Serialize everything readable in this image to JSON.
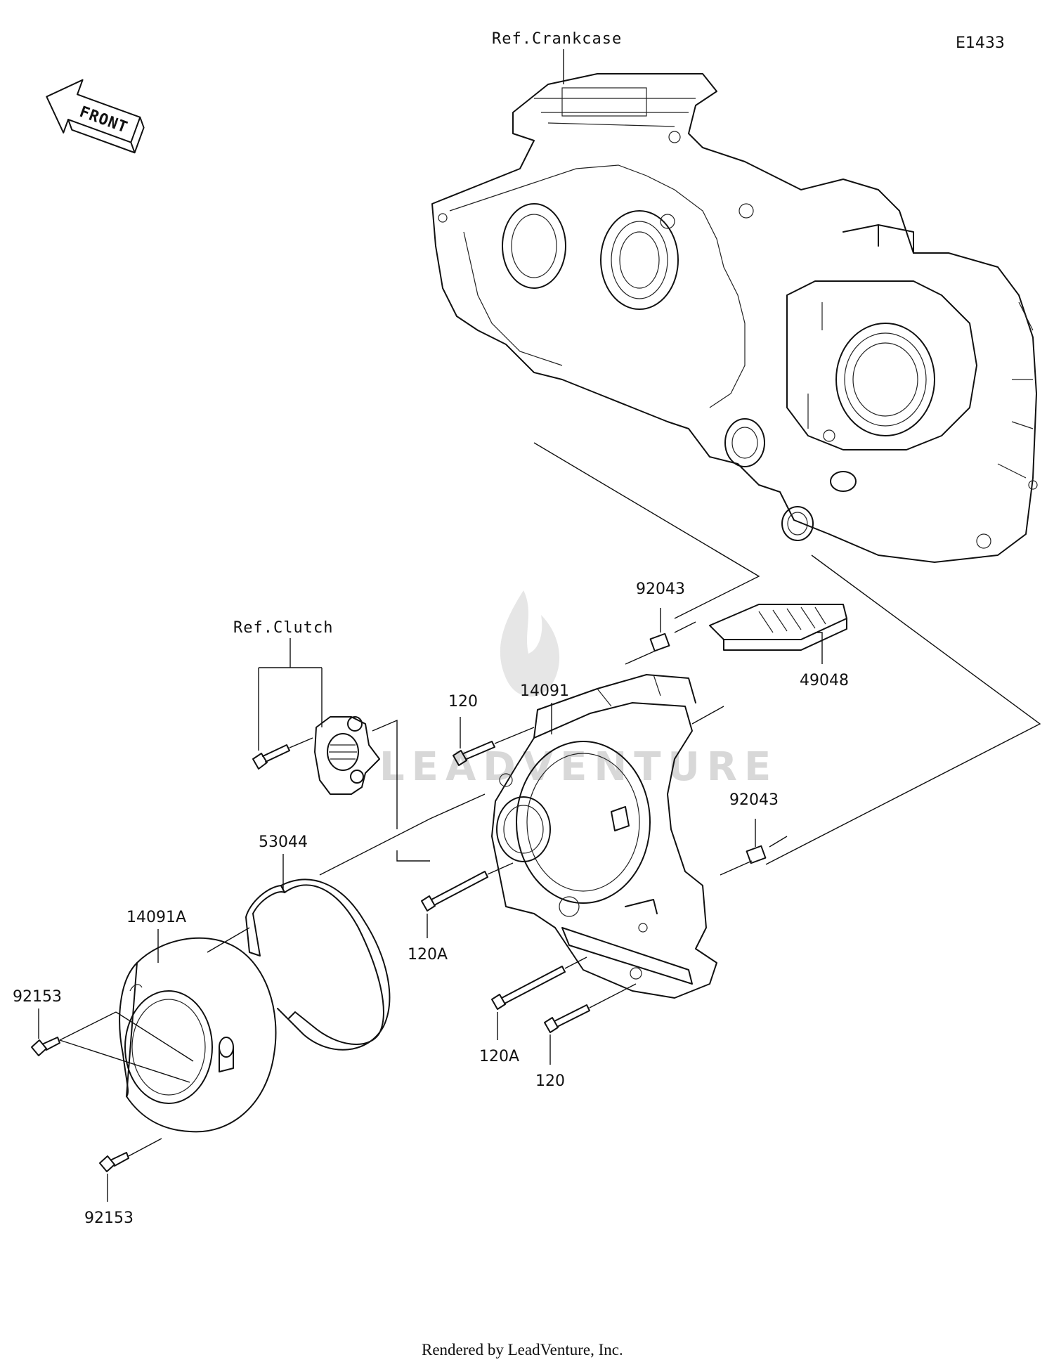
{
  "diagram_code": "E1433",
  "front_label": "FRONT",
  "references": {
    "crankcase": "Ref.Crankcase",
    "clutch": "Ref.Clutch"
  },
  "callouts": {
    "p14091": "14091",
    "p14091a": "14091A",
    "p53044": "53044",
    "p49048": "49048",
    "p92043_top": "92043",
    "p92043_right": "92043",
    "p120_top": "120",
    "p120a_mid": "120A",
    "p120a_low": "120A",
    "p120_low": "120",
    "p92153_top": "92153",
    "p92153_low": "92153"
  },
  "watermark": "LEADVENTURE",
  "footer": "Rendered by LeadVenture, Inc."
}
